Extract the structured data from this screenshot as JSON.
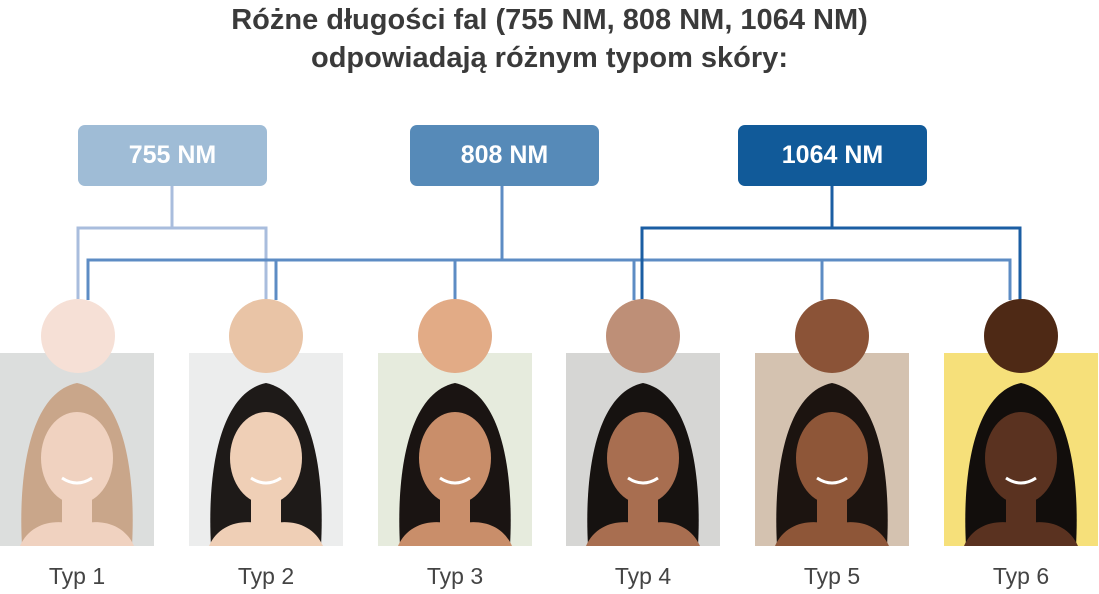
{
  "title": {
    "line1": "Różne długości fal (755 NM, 808 NM, 1064 NM)",
    "line2": "odpowiadają różnym typom skóry:"
  },
  "wavelengths": [
    {
      "label": "755 NM",
      "color": "#9fbcd6",
      "line_color": "#a9bddd"
    },
    {
      "label": "808 NM",
      "color": "#568ab8",
      "line_color": "#5d8cc4"
    },
    {
      "label": "1064 NM",
      "color": "#115a99",
      "line_color": "#1b5ea3"
    }
  ],
  "skin_types": [
    {
      "label": "Typ 1",
      "tone": "#f6e0d6",
      "bg": "#dcdedd",
      "hair": "#c9a68a",
      "face": "#f0d2c0"
    },
    {
      "label": "Typ 2",
      "tone": "#e9c4a6",
      "bg": "#eceded",
      "hair": "#1e1a18",
      "face": "#efcfb6"
    },
    {
      "label": "Typ 3",
      "tone": "#e2ab86",
      "bg": "#e6ebdd",
      "hair": "#1a1412",
      "face": "#c98e6a"
    },
    {
      "label": "Typ 4",
      "tone": "#be8f77",
      "bg": "#d6d6d4",
      "hair": "#161210",
      "face": "#a86e50"
    },
    {
      "label": "Typ 5",
      "tone": "#8b5337",
      "bg": "#d4c2b0",
      "hair": "#1c1410",
      "face": "#8e5638"
    },
    {
      "label": "Typ 6",
      "tone": "#4e2915",
      "bg": "#f6e07a",
      "hair": "#120e0c",
      "face": "#5a3220"
    }
  ]
}
